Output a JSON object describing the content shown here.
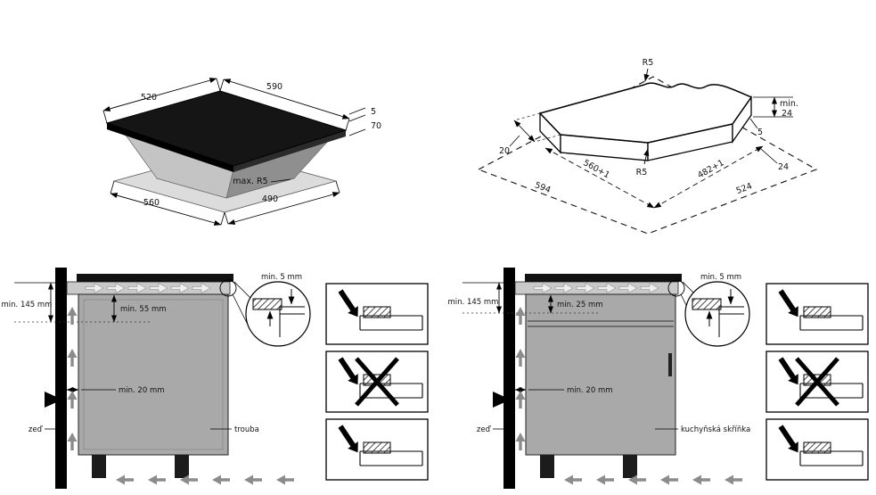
{
  "hob_view": {
    "width_top": "520",
    "length_top": "590",
    "thickness": "5",
    "depth": "70",
    "corner": "max. R5",
    "width_bottom": "560",
    "length_bottom": "490"
  },
  "cutout_view": {
    "radius_top": "R5",
    "min_label": "min.",
    "depth_min": "24",
    "reveal": "5",
    "edge_width": "20",
    "radius_inner": "R5",
    "depth_side": "24",
    "worktop_width": "594",
    "cutout_width": "560+1",
    "cutout_depth": "482+1",
    "worktop_depth": "524"
  },
  "oven_section": {
    "min145": "min. 145 mm",
    "min55": "min. 55 mm",
    "min5": "min. 5 mm",
    "min20": "min. 20 mm",
    "wall": "zeď",
    "appliance": "trouba"
  },
  "cabinet_section": {
    "min145": "min. 145 mm",
    "min25": "min. 25 mm",
    "min5": "min. 5 mm",
    "min20": "min. 20 mm",
    "wall": "zeď",
    "appliance": "kuchyňská skříňka"
  }
}
